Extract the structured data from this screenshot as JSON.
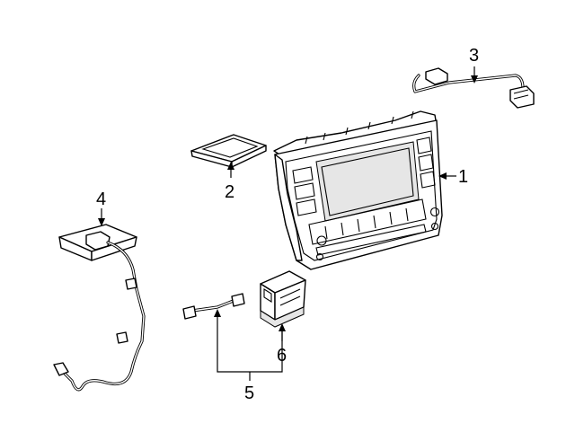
{
  "parts": [
    {
      "id": "display-unit",
      "callout": "1"
    },
    {
      "id": "control-module",
      "callout": "2"
    },
    {
      "id": "wire-harness",
      "callout": "3"
    },
    {
      "id": "bracket-harness",
      "callout": "4"
    },
    {
      "id": "connector-cable",
      "callout": "5"
    },
    {
      "id": "relay-module",
      "callout": "6"
    }
  ],
  "colors": {
    "line": "#000000",
    "background": "#ffffff",
    "shade": "#e6e6e6"
  }
}
